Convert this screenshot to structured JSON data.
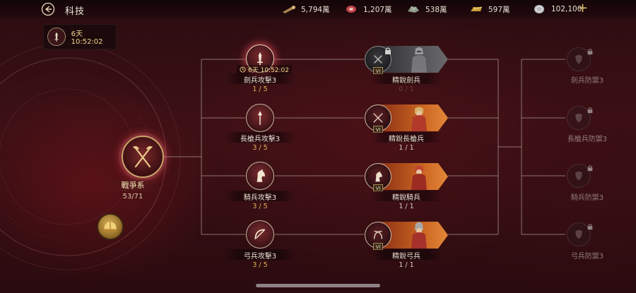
{
  "header": {
    "title": "科技",
    "resources": [
      {
        "icon": "wood-log-icon",
        "value": "5,794萬"
      },
      {
        "icon": "meat-icon",
        "value": "1,207萬"
      },
      {
        "icon": "stone-ore-icon",
        "value": "538萬"
      },
      {
        "icon": "gold-bar-icon",
        "value": "597萬"
      },
      {
        "icon": "silver-coin-icon",
        "value": "102,100"
      }
    ],
    "add_label": "+"
  },
  "research_timer": {
    "icon": "sword-icon",
    "text": "6天 10:52:02"
  },
  "category": {
    "icon": "crossed-axes-icon",
    "name": "戰爭系",
    "count": "53/71"
  },
  "techs": [
    {
      "icon": "sword-icon",
      "name": "劍兵攻擊3",
      "level": "1 / 5",
      "timer": "6天 10:52:02"
    },
    {
      "icon": "spear-icon",
      "name": "長槍兵攻擊3",
      "level": "3 / 5"
    },
    {
      "icon": "horse-head-icon",
      "name": "騎兵攻擊3",
      "level": "3 / 5"
    },
    {
      "icon": "bow-icon",
      "name": "弓兵攻擊3",
      "level": "3 / 5"
    }
  ],
  "elites": [
    {
      "icon": "crossed-swords-icon",
      "name": "精銳劍兵",
      "level": "0 / 1",
      "locked": true,
      "badge": "VI"
    },
    {
      "icon": "crossed-spears-icon",
      "name": "精銳長槍兵",
      "level": "1 / 1",
      "locked": false,
      "badge": "VI"
    },
    {
      "icon": "horse-head-icon",
      "name": "精銳騎兵",
      "level": "1 / 1",
      "locked": false,
      "badge": "VI"
    },
    {
      "icon": "crossed-bows-icon",
      "name": "精銳弓兵",
      "level": "1 / 1",
      "locked": false,
      "badge": "VI"
    }
  ],
  "defense": [
    {
      "icon": "shield-icon",
      "name": "劍兵防禦3"
    },
    {
      "icon": "shield-icon",
      "name": "長槍兵防禦3"
    },
    {
      "icon": "shield-icon",
      "name": "騎兵防禦3"
    },
    {
      "icon": "shield-icon",
      "name": "弓兵防禦3"
    }
  ],
  "colors": {
    "accent_gold": "#e0b35a",
    "glow_red": "#f05060",
    "elite_orange": "#d06b25"
  }
}
